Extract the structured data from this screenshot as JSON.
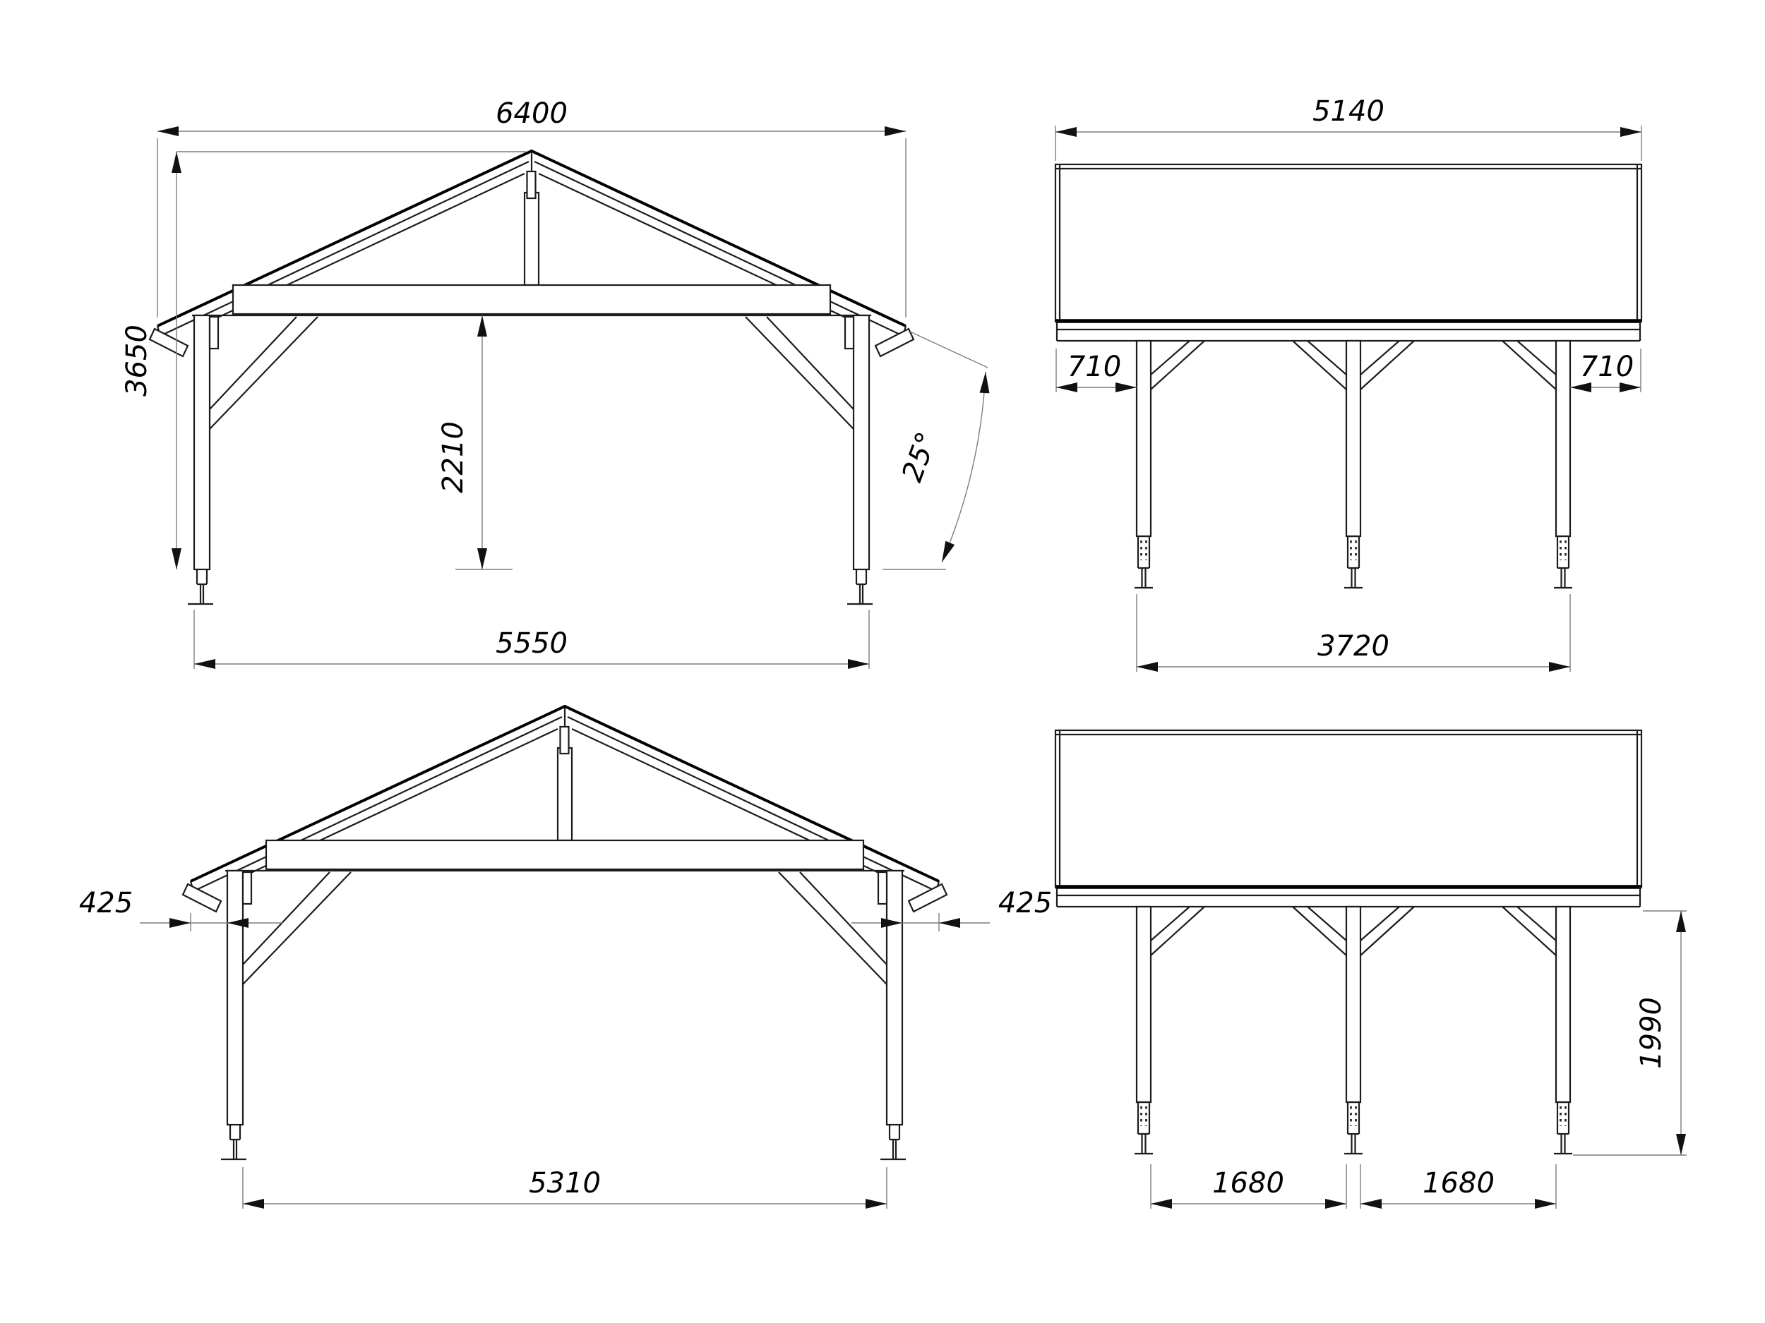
{
  "colors": {
    "background": "#ffffff",
    "structure_line": "#1c1c1c",
    "dimension_line": "#7d7d7d",
    "dimension_text": "#000000"
  },
  "views": {
    "front_top": {
      "label": "front-elevation",
      "dims": {
        "roof_width": "6400",
        "total_height": "3650",
        "clear_height": "2210",
        "post_span": "5550",
        "roof_pitch": "25°"
      }
    },
    "side_top": {
      "label": "side-elevation",
      "dims": {
        "roof_length": "5140",
        "overhang_left": "710",
        "overhang_right": "710",
        "post_span": "3720"
      }
    },
    "front_bottom": {
      "label": "front-elevation-overhangs",
      "dims": {
        "overhang_left": "425",
        "overhang_right": "425",
        "post_span": "5310"
      }
    },
    "side_bottom": {
      "label": "side-elevation-bays",
      "dims": {
        "bay_left": "1680",
        "bay_right": "1680",
        "post_height": "1990"
      }
    }
  }
}
